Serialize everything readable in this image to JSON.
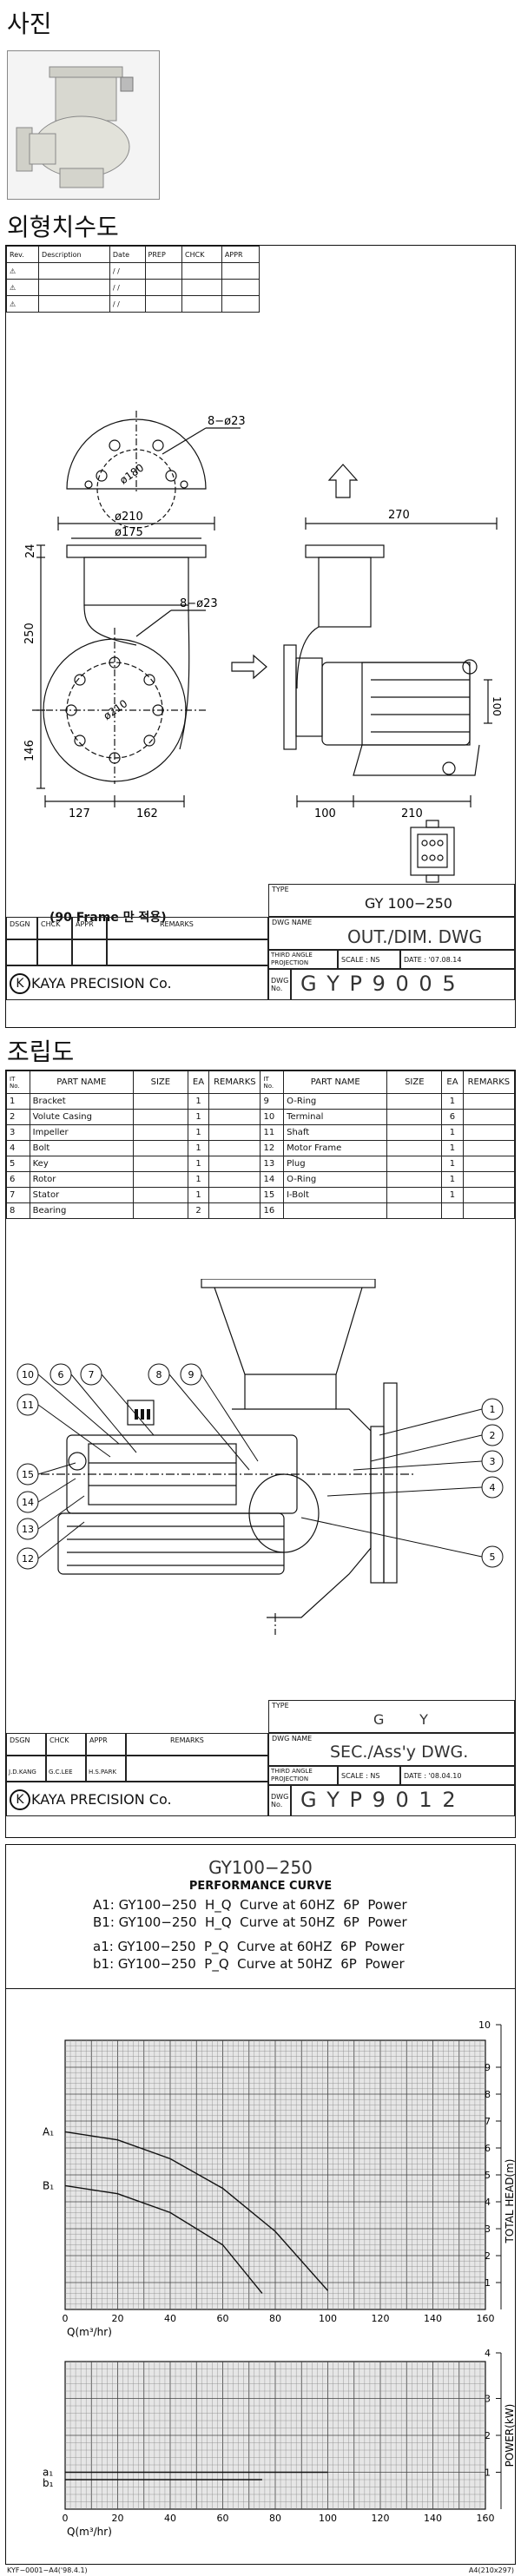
{
  "sections": {
    "photo": "사진",
    "dimensions": "외형치수도",
    "assembly": "조립도"
  },
  "revision_table": {
    "headers": [
      "Rev.",
      "Description",
      "Date",
      "PREP",
      "CHCK",
      "APPR"
    ],
    "rows": [
      {
        "rev": "⚠",
        "date": "/   /"
      },
      {
        "rev": "⚠",
        "date": "/   /"
      },
      {
        "rev": "⚠",
        "date": "/   /"
      }
    ]
  },
  "dim_drawing": {
    "labels": {
      "holes_top": "8−ø23",
      "holes_mid": "8−ø23",
      "pcd_top": "ø180",
      "pcd_mid": "ø210",
      "d210": "ø210",
      "d175": "ø175",
      "d24": "24",
      "d250": "250",
      "d146": "146",
      "d127": "127",
      "d162": "162",
      "d270": "270",
      "d100_side": "100",
      "d100_bottom": "100",
      "d210_bottom": "210"
    },
    "note": "(90  Frame 만 적용)"
  },
  "title_block_1": {
    "type_label": "TYPE",
    "type_value": "GY 100−250",
    "dsgn": "DSGN",
    "chck": "CHCK",
    "appr": "APPR",
    "remarks": "REMARKS",
    "dwg_name_label": "DWG NAME",
    "dwg_name": "OUT./DIM. DWG",
    "projection": "THIRD ANGLE PROJECTION",
    "scale": "SCALE :  NS",
    "date": "DATE :   '07.08.14",
    "company": "KAYA PRECISION Co.",
    "dwg_no_label": "DWG No.",
    "dwg_no": "G Y P 9 0 0 5"
  },
  "parts_table": {
    "headers": [
      "IT No.",
      "PART NAME",
      "SIZE",
      "EA",
      "REMARKS"
    ],
    "left": [
      {
        "no": "1",
        "name": "Bracket",
        "ea": "1"
      },
      {
        "no": "2",
        "name": "Volute Casing",
        "ea": "1"
      },
      {
        "no": "3",
        "name": "Impeller",
        "ea": "1"
      },
      {
        "no": "4",
        "name": "Bolt",
        "ea": "1"
      },
      {
        "no": "5",
        "name": "Key",
        "ea": "1"
      },
      {
        "no": "6",
        "name": "Rotor",
        "ea": "1"
      },
      {
        "no": "7",
        "name": "Stator",
        "ea": "1"
      },
      {
        "no": "8",
        "name": "Bearing",
        "ea": "2"
      }
    ],
    "right": [
      {
        "no": "9",
        "name": "O-Ring",
        "ea": "1"
      },
      {
        "no": "10",
        "name": "Terminal",
        "ea": "6"
      },
      {
        "no": "11",
        "name": "Shaft",
        "ea": "1"
      },
      {
        "no": "12",
        "name": "Motor Frame",
        "ea": "1"
      },
      {
        "no": "13",
        "name": "Plug",
        "ea": "1"
      },
      {
        "no": "14",
        "name": "O-Ring",
        "ea": "1"
      },
      {
        "no": "15",
        "name": "I-Bolt",
        "ea": "1"
      },
      {
        "no": "16",
        "name": "",
        "ea": ""
      }
    ]
  },
  "assembly_balloons": [
    "10",
    "6",
    "7",
    "8",
    "9",
    "11",
    "15",
    "14",
    "13",
    "12",
    "1",
    "2",
    "3",
    "4",
    "5"
  ],
  "title_block_2": {
    "type_label": "TYPE",
    "type_value": "G        Y",
    "dsgn": "DSGN",
    "chck": "CHCK",
    "appr": "APPR",
    "remarks": "REMARKS",
    "dsgn_name": "J.D.KANG",
    "chck_name": "G.C.LEE",
    "appr_name": "H.S.PARK",
    "dwg_name_label": "DWG NAME",
    "dwg_name": "SEC./Ass'y DWG.",
    "projection": "THIRD ANGLE PROJECTION",
    "scale": "SCALE :  NS",
    "date": "DATE :   '08.04.10",
    "company": "KAYA PRECISION Co.",
    "dwg_no_label": "DWG No.",
    "dwg_no": "G Y P 9 0 1 2"
  },
  "performance": {
    "model": "GY100−250",
    "subtitle": "PERFORMANCE CURVE",
    "legend": [
      "A1: GY100−250  H_Q  Curve at 60HZ  6P  Power",
      "B1: GY100−250  H_Q  Curve at 50HZ  6P  Power",
      "a1: GY100−250  P_Q  Curve at 60HZ  6P  Power",
      "b1: GY100−250  P_Q  Curve at 50HZ  6P  Power"
    ],
    "curve_labels": {
      "A1": "A₁",
      "B1": "B₁",
      "a1": "a₁",
      "b1": "b₁"
    },
    "head_axis_label": "TOTAL HEAD(m)",
    "power_axis_label": "POWER(kW)",
    "q_axis_label": "Q(m³/hr)",
    "head_ticks": [
      "1",
      "2",
      "3",
      "4",
      "5",
      "6",
      "7",
      "8",
      "9",
      "10"
    ],
    "power_ticks": [
      "1",
      "2",
      "3",
      "4"
    ],
    "q_ticks": [
      "0",
      "20",
      "40",
      "60",
      "80",
      "100",
      "120",
      "140",
      "160"
    ]
  },
  "chart_data": {
    "type": "line",
    "title": "GY100−250",
    "subtitle": "PERFORMANCE CURVE",
    "xlabel": "Q(m³/hr)",
    "ylabel": "TOTAL HEAD(m)",
    "xlim": [
      0,
      160
    ],
    "ylim": [
      0,
      10
    ],
    "grid": true,
    "series": [
      {
        "name": "A1",
        "x": [
          0,
          20,
          40,
          60,
          80,
          100
        ],
        "y": [
          6.6,
          6.3,
          5.6,
          4.5,
          2.9,
          0.7
        ]
      },
      {
        "name": "B1",
        "x": [
          0,
          20,
          40,
          60,
          75
        ],
        "y": [
          4.6,
          4.3,
          3.6,
          2.4,
          0.6
        ]
      }
    ],
    "power_ylim": [
      0,
      4
    ],
    "power_series": [
      {
        "name": "a1",
        "x": [
          0,
          100
        ],
        "y": [
          1.0,
          1.0
        ]
      },
      {
        "name": "b1",
        "x": [
          0,
          75
        ],
        "y": [
          0.8,
          0.8
        ]
      }
    ]
  },
  "footer": {
    "left": "KYF−0001−A4('98.4.1)",
    "right": "A4(210x297)"
  }
}
